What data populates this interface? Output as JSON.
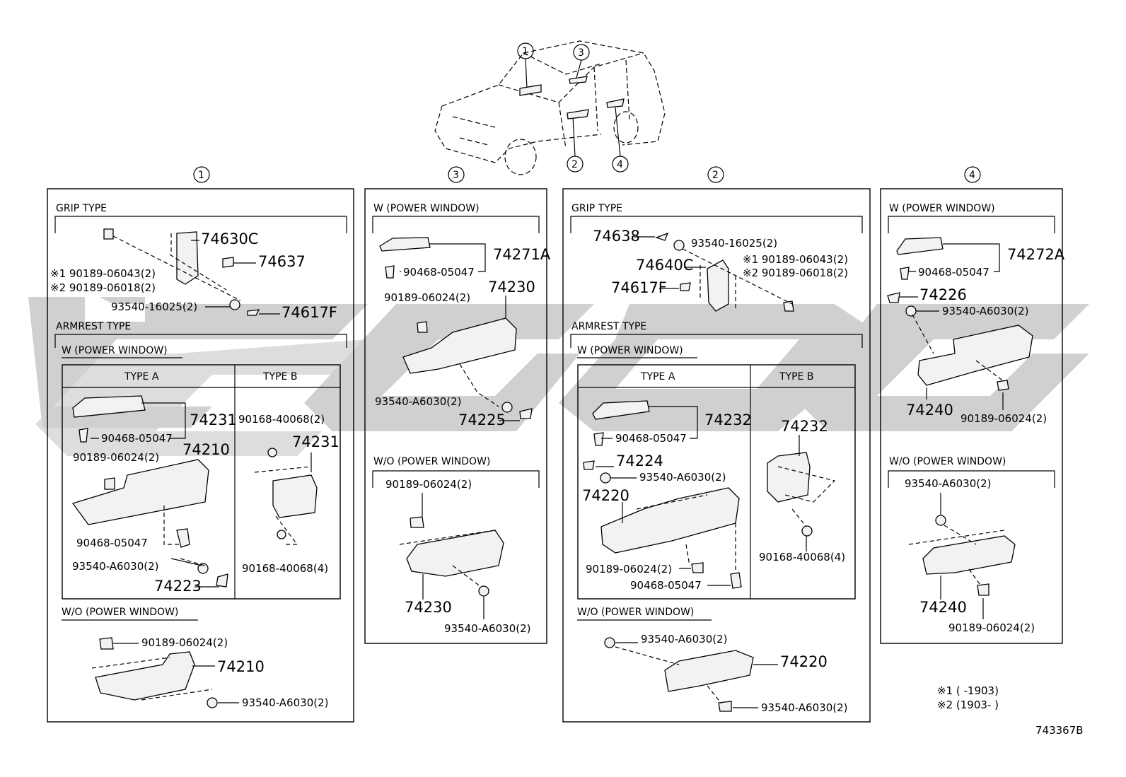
{
  "figure_code": "743367B",
  "footnotes": [
    "※1 (      -1903)",
    "※2 (1903-      )"
  ],
  "callouts": [
    "1",
    "2",
    "3",
    "4"
  ],
  "watermark_color": "#c8c8c8",
  "panel1": {
    "num": "1",
    "grip_type": "GRIP TYPE",
    "grip_parts": [
      "74630C",
      "74637",
      "※1 90189-06043(2)",
      "※2 90189-06018(2)",
      "93540-16025(2)",
      "74617F"
    ],
    "armrest_type": "ARMREST TYPE",
    "w_power": "W (POWER WINDOW)",
    "type_a": "TYPE A",
    "type_b": "TYPE B",
    "type_a_parts": [
      "74231",
      "90468-05047",
      "90189-06024(2)",
      "74210",
      "90468-05047",
      "93540-A6030(2)",
      "74223"
    ],
    "type_b_parts": [
      "90168-40068(2)",
      "74231",
      "90168-40068(4)"
    ],
    "wo_power": "W/O (POWER WINDOW)",
    "wo_parts": [
      "90189-06024(2)",
      "74210",
      "93540-A6030(2)"
    ]
  },
  "panel3": {
    "num": "3",
    "w_power": "W (POWER WINDOW)",
    "w_parts": [
      "74271A",
      "90468-05047",
      "90189-06024(2)",
      "74230",
      "93540-A6030(2)",
      "74225"
    ],
    "wo_power": "W/O (POWER WINDOW)",
    "wo_parts": [
      "90189-06024(2)",
      "74230",
      "93540-A6030(2)"
    ]
  },
  "panel2": {
    "num": "2",
    "grip_type": "GRIP TYPE",
    "grip_parts": [
      "74638",
      "93540-16025(2)",
      "74640C",
      "※1 90189-06043(2)",
      "※2 90189-06018(2)",
      "74617F"
    ],
    "armrest_type": "ARMREST TYPE",
    "w_power": "W (POWER WINDOW)",
    "type_a": "TYPE A",
    "type_b": "TYPE B",
    "type_a_parts": [
      "74232",
      "90468-05047",
      "74224",
      "93540-A6030(2)",
      "74220",
      "90189-06024(2)",
      "90468-05047"
    ],
    "type_b_parts": [
      "74232",
      "90168-40068(4)"
    ],
    "wo_power": "W/O (POWER WINDOW)",
    "wo_parts": [
      "93540-A6030(2)",
      "74220",
      "93540-A6030(2)"
    ]
  },
  "panel4": {
    "num": "4",
    "w_power": "W (POWER WINDOW)",
    "w_parts": [
      "74272A",
      "90468-05047",
      "74226",
      "93540-A6030(2)",
      "74240",
      "90189-06024(2)"
    ],
    "wo_power": "W/O (POWER WINDOW)",
    "wo_parts": [
      "93540-A6030(2)",
      "74240",
      "90189-06024(2)"
    ]
  }
}
